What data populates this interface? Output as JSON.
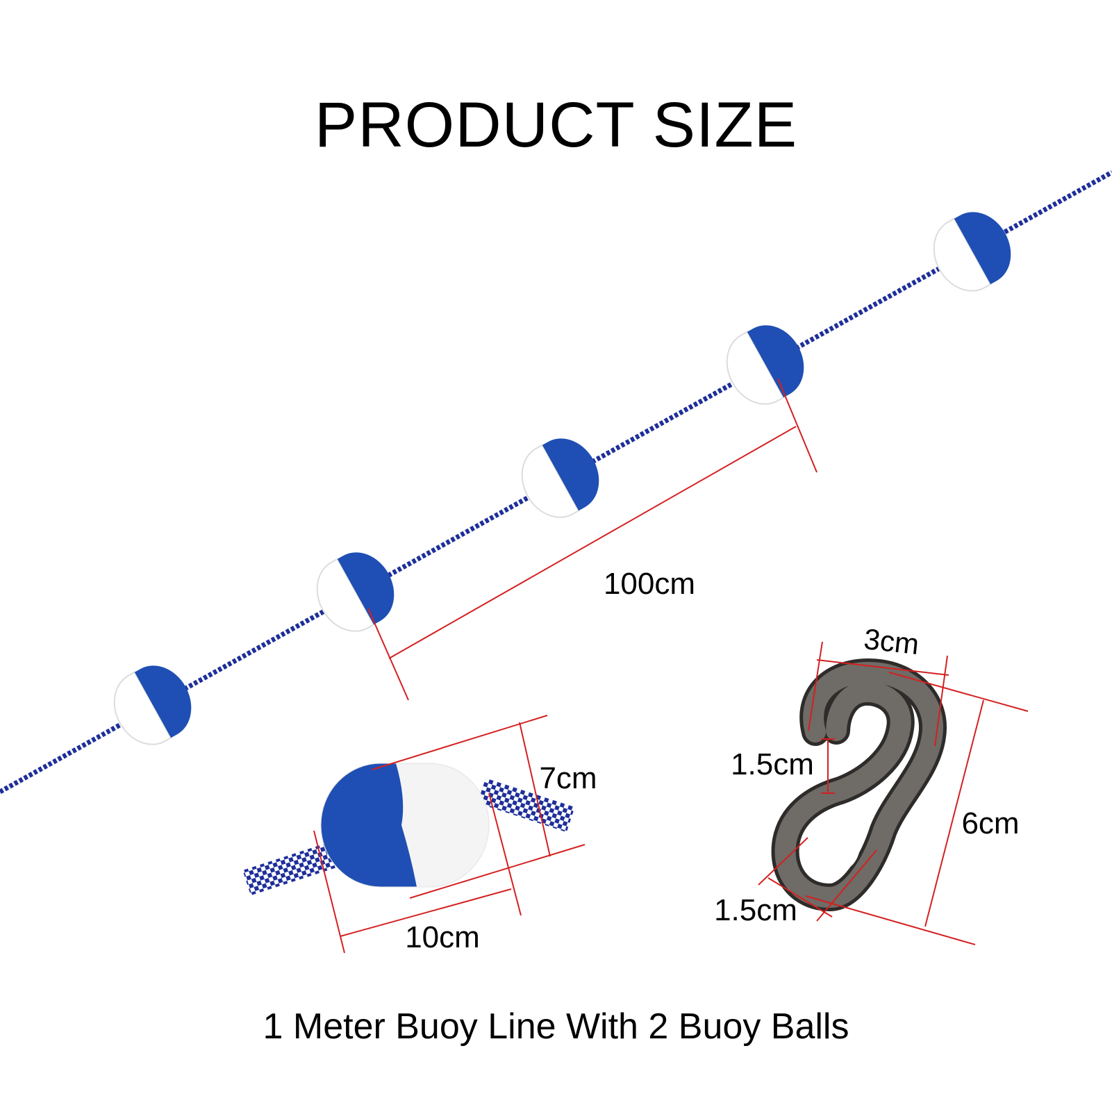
{
  "title": "PRODUCT SIZE",
  "caption": "1 Meter Buoy Line With 2 Buoy Balls",
  "dimensions": {
    "spacing": "100cm",
    "ball_width": "7cm",
    "ball_length": "10cm",
    "hook_width": "3cm",
    "hook_height": "6cm",
    "hook_gap": "1.5cm",
    "hook_eye": "1.5cm"
  },
  "colors": {
    "buoy_blue": "#1f4fb4",
    "buoy_white": "#f4f4f4",
    "rope": "#1e2f9a",
    "measure_line": "#d42020",
    "hook": "#4a4845"
  }
}
